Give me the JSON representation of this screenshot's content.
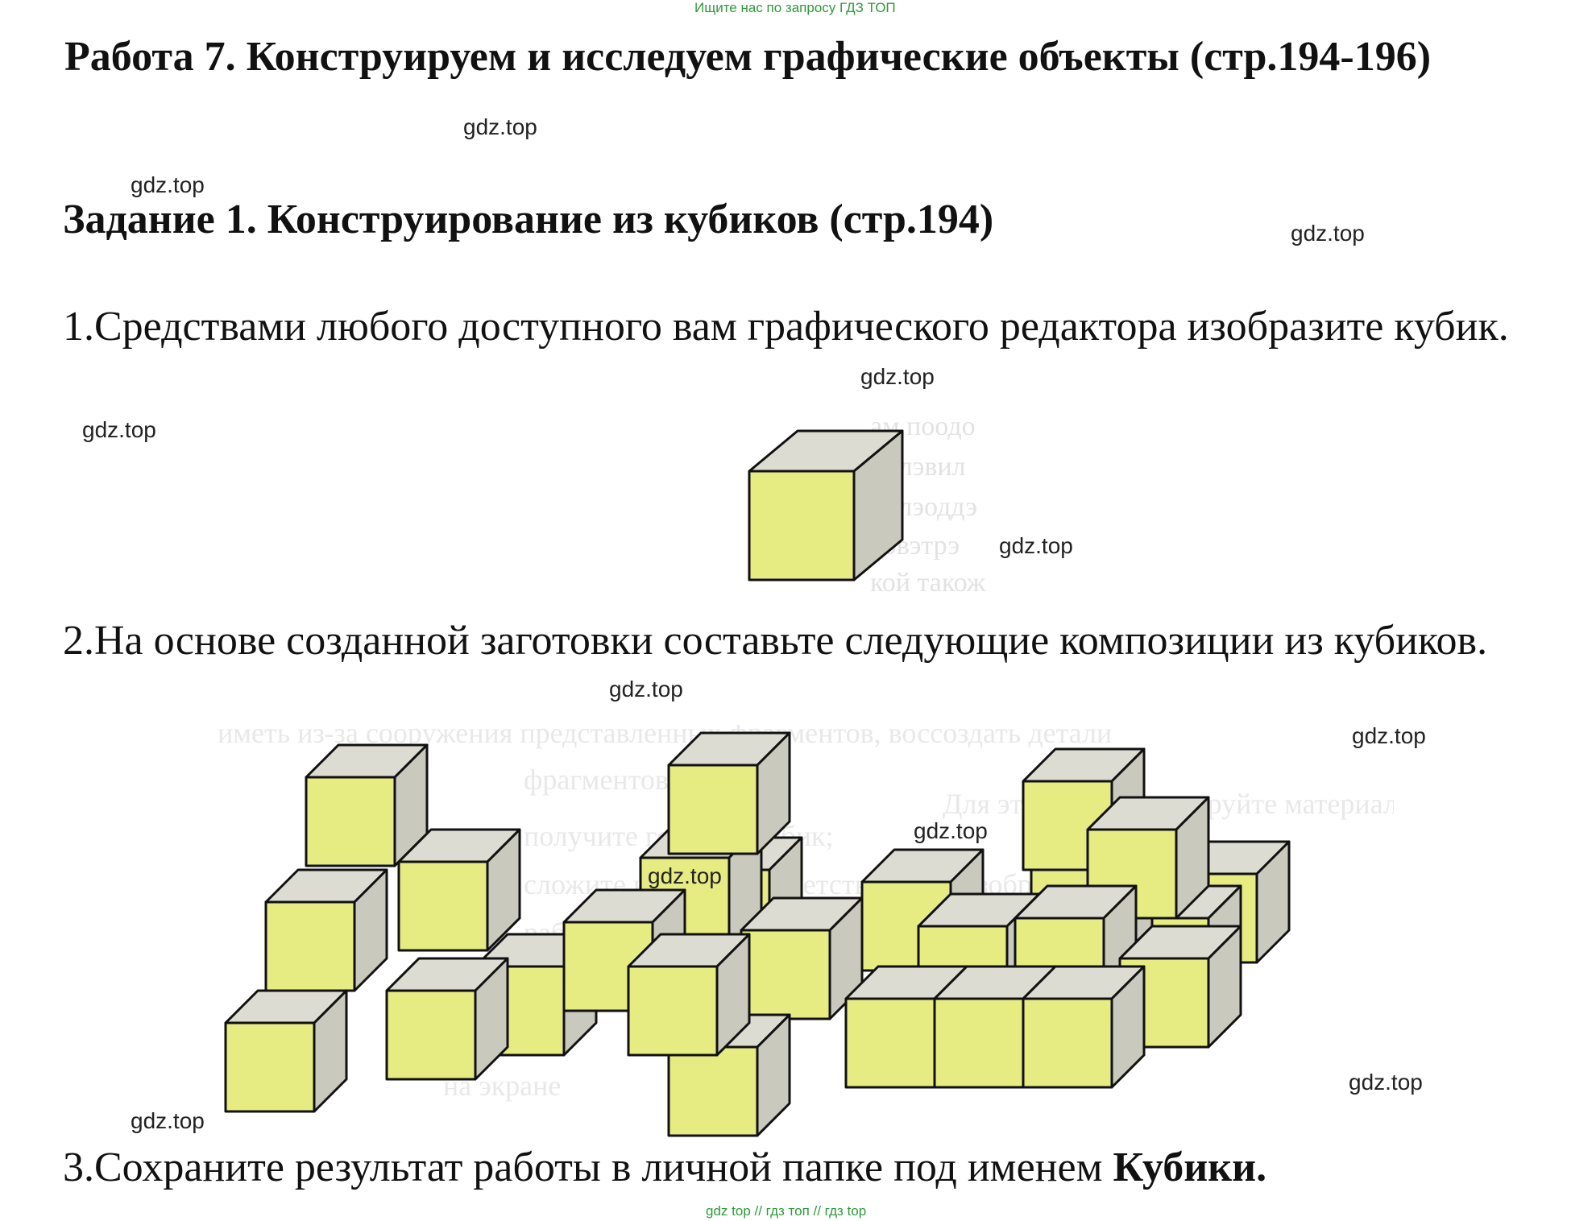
{
  "banner": "Ищите нас по запросу ГДЗ ТОП",
  "work_title": "Работа 7. Конструируем и исследуем графические объекты (стр.194-196)",
  "task_title": "Задание 1. Конструирование из кубиков (стр.194)",
  "step1": "1.Средствами любого доступного вам графического редактора изобразите кубик.",
  "step2": "2.На основе созданной заготовки составьте следующие композиции из кубиков.",
  "step3": {
    "text": "3.Сохраните результат работы в личной папке под именем ",
    "bold": "Кубики."
  },
  "watermark": "gdz.top",
  "footer": "gdz top // гдз топ // гдз top",
  "colors": {
    "cube_front": "#e6ec82",
    "cube_side": "#c9c9bd",
    "cube_top": "#dcdcd2",
    "banner_green": "#2e9a3a"
  }
}
